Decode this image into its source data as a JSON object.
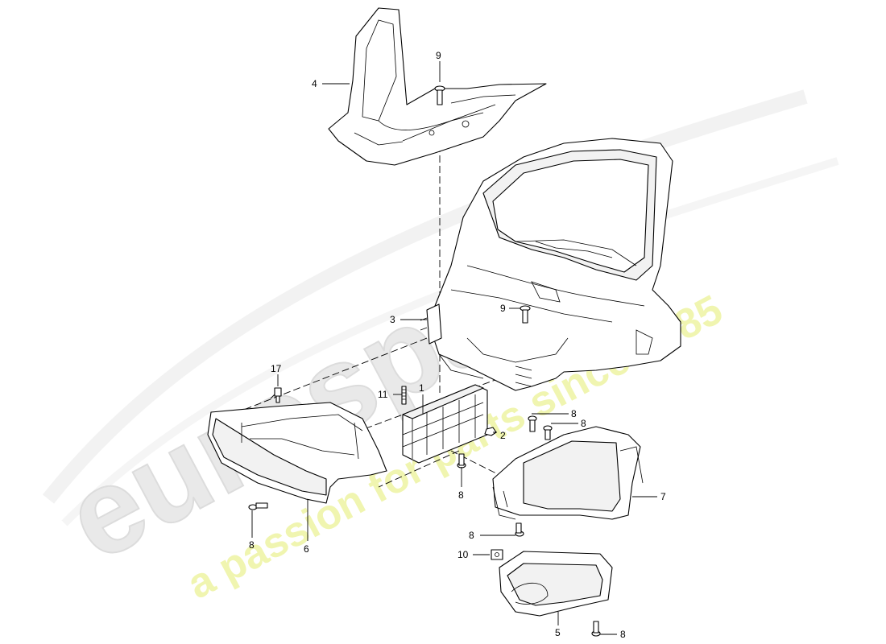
{
  "watermark": {
    "brand": "eurospares",
    "tagline": "a passion for parts since 1985",
    "brand_color": "#e8e8e8",
    "tagline_color": "#eef3a8"
  },
  "callouts": [
    "1",
    "2",
    "3",
    "4",
    "5",
    "6",
    "7",
    "8",
    "8",
    "8",
    "8",
    "8",
    "8",
    "9",
    "9",
    "10",
    "11",
    "17"
  ]
}
